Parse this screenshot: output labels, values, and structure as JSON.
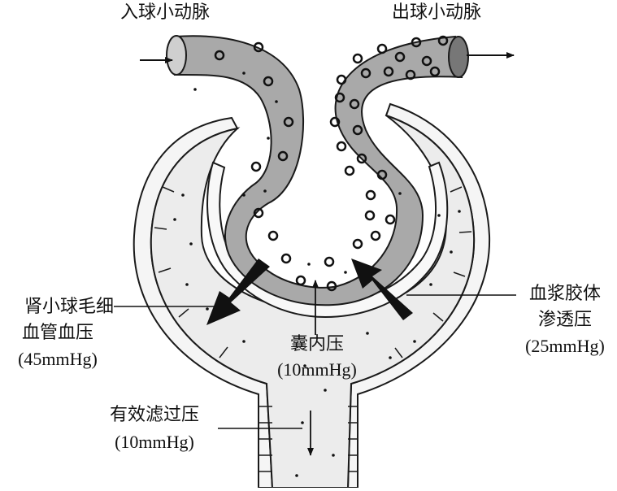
{
  "labels": {
    "afferent": "入球小动脉",
    "efferent": "出球小动脉",
    "capillary_line1": "肾小球毛细",
    "capillary_line2": "血管血压",
    "capillary_value": "(45mmHg)",
    "colloid_line1": "血浆胶体",
    "colloid_line2": "渗透压",
    "colloid_value": "(25mmHg)",
    "capsule": "囊内压",
    "capsule_value": "(10mmHg)",
    "effective": "有效滤过压",
    "effective_value": "(10mmHg)"
  },
  "colors": {
    "vessel": "#a9a9a9",
    "capsule_fill": "#eeeeee",
    "outline": "#1a1a1a",
    "background": "#ffffff"
  }
}
